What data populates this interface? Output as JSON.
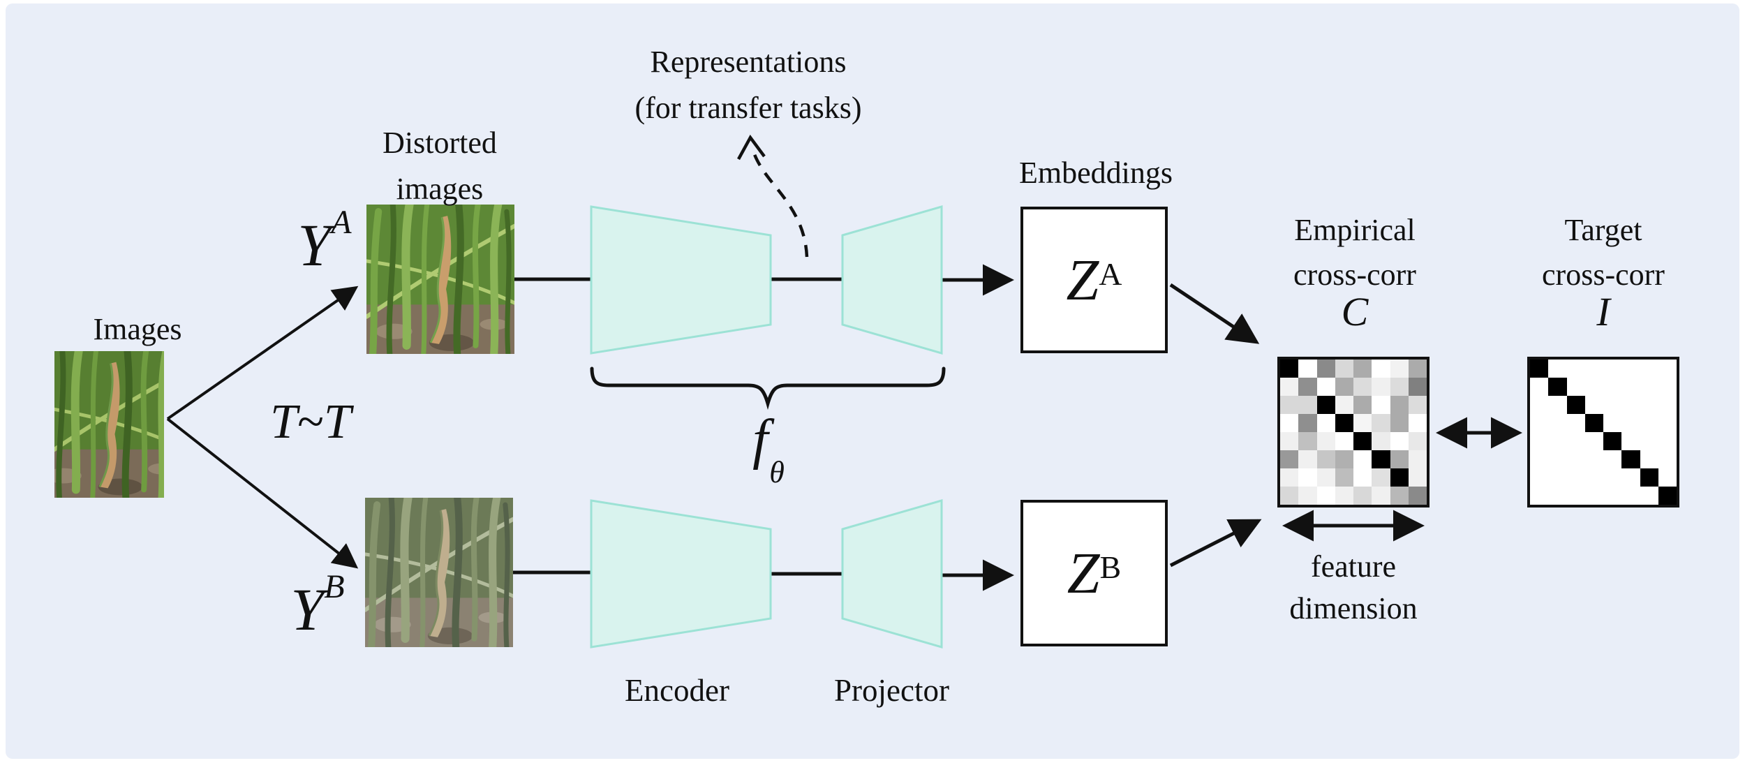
{
  "figure": {
    "kind": "self-supervised learning architecture diagram (Barlow Twins style)",
    "labels": {
      "images": "Images",
      "distorted_line1": "Distorted",
      "distorted_line2": "images",
      "representations_line1": "Representations",
      "representations_line2": "(for transfer tasks)",
      "embeddings": "Embeddings",
      "encoder": "Encoder",
      "projector": "Projector",
      "empirical_line1": "Empirical",
      "empirical_line2": "cross-corr",
      "target_line1": "Target",
      "target_line2": "cross-corr",
      "feature_line1": "feature",
      "feature_line2": "dimension"
    },
    "math": {
      "y_a": {
        "base": "Y",
        "sup": "A"
      },
      "y_b": {
        "base": "Y",
        "sup": "B"
      },
      "t_sampling": {
        "base": "T",
        "op": "~",
        "set": "T"
      },
      "f_theta": {
        "base": "f",
        "sub": "θ"
      },
      "z_a": {
        "base": "Z",
        "sup": "A"
      },
      "z_b": {
        "base": "Z",
        "sup": "B"
      },
      "c_symbol": "C",
      "i_symbol": "I"
    },
    "colors": {
      "canvas_background": "#e9eef8",
      "page_border": "#ffffff",
      "trapezoid_fill": "#d9f3ee",
      "trapezoid_stroke": "#9ce2d5",
      "line": "#111111",
      "box_fill": "#ffffff"
    }
  },
  "matrices": {
    "empirical": {
      "size": 8,
      "cells": [
        [
          "#000000",
          "#ffffff",
          "#8a8a8a",
          "#d8d8d8",
          "#ababab",
          "#ffffff",
          "#f2f2f2",
          "#ababab"
        ],
        [
          "#f2f2f2",
          "#8f8f8f",
          "#ffffff",
          "#ababab",
          "#dcdcdc",
          "#f0f0f0",
          "#dcdcdc",
          "#808080"
        ],
        [
          "#d8d8d8",
          "#d8d8d8",
          "#000000",
          "#f2f2f2",
          "#ababab",
          "#ffffff",
          "#ababab",
          "#dcdcdc"
        ],
        [
          "#ffffff",
          "#8f8f8f",
          "#ffffff",
          "#000000",
          "#f5f5f5",
          "#dcdcdc",
          "#ababab",
          "#ffffff"
        ],
        [
          "#f0f0f0",
          "#c0c0c0",
          "#f0f0f0",
          "#ffffff",
          "#000000",
          "#ececec",
          "#ffffff",
          "#e8e8e8"
        ],
        [
          "#999999",
          "#f0f0f0",
          "#c6c6c6",
          "#b0b0b0",
          "#ffffff",
          "#000000",
          "#ababab",
          "#f0f0f0"
        ],
        [
          "#f0f0f0",
          "#ffffff",
          "#f0f0f0",
          "#bdbdbd",
          "#ffffff",
          "#e0e0e0",
          "#000000",
          "#f0f0f0"
        ],
        [
          "#d8d8d8",
          "#f0f0f0",
          "#ffffff",
          "#f0f0f0",
          "#d8d8d8",
          "#f0f0f0",
          "#b8b8b8",
          "#8a8a8a"
        ]
      ]
    },
    "target": {
      "size": 8,
      "cells": [
        [
          "#000000",
          "#ffffff",
          "#ffffff",
          "#ffffff",
          "#ffffff",
          "#ffffff",
          "#ffffff",
          "#ffffff"
        ],
        [
          "#ffffff",
          "#000000",
          "#ffffff",
          "#ffffff",
          "#ffffff",
          "#ffffff",
          "#ffffff",
          "#ffffff"
        ],
        [
          "#ffffff",
          "#ffffff",
          "#000000",
          "#ffffff",
          "#ffffff",
          "#ffffff",
          "#ffffff",
          "#ffffff"
        ],
        [
          "#ffffff",
          "#ffffff",
          "#ffffff",
          "#000000",
          "#ffffff",
          "#ffffff",
          "#ffffff",
          "#ffffff"
        ],
        [
          "#ffffff",
          "#ffffff",
          "#ffffff",
          "#ffffff",
          "#000000",
          "#ffffff",
          "#ffffff",
          "#ffffff"
        ],
        [
          "#ffffff",
          "#ffffff",
          "#ffffff",
          "#ffffff",
          "#ffffff",
          "#000000",
          "#ffffff",
          "#ffffff"
        ],
        [
          "#ffffff",
          "#ffffff",
          "#ffffff",
          "#ffffff",
          "#ffffff",
          "#ffffff",
          "#000000",
          "#ffffff"
        ],
        [
          "#ffffff",
          "#ffffff",
          "#ffffff",
          "#ffffff",
          "#ffffff",
          "#ffffff",
          "#ffffff",
          "#000000"
        ]
      ]
    }
  }
}
